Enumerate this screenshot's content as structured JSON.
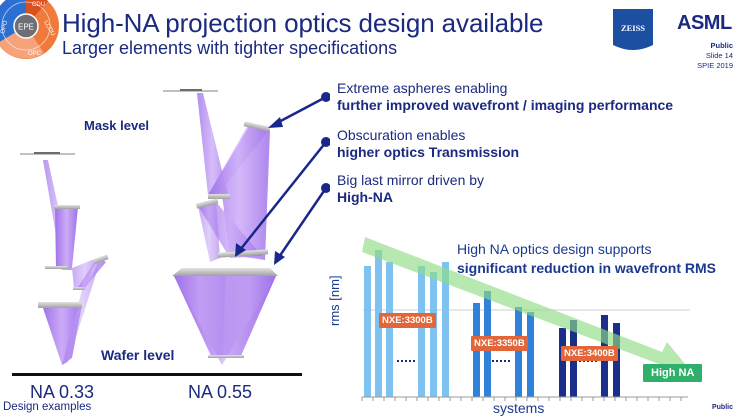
{
  "header": {
    "title": "High-NA projection optics design available",
    "subtitle": "Larger elements with tighter specifications",
    "logo_circle": {
      "center": "EPE",
      "segments": [
        "CDU",
        "LCDU",
        "OPC",
        "OPO"
      ],
      "colors": {
        "blue": "#2a6fd1",
        "orange": "#f07a3c",
        "dark_orange": "#d9501f",
        "light_orange": "#f6a27a",
        "center": "#6d6f75"
      }
    },
    "zeiss_logo_text": "ZEISS",
    "asml_logo_text": "ASML",
    "classification": "Public",
    "slide": "Slide 14",
    "conference": "SPIE 2019"
  },
  "diagram": {
    "mask_level": "Mask level",
    "wafer_level": "Wafer level",
    "na_left": "NA 0.33",
    "na_right": "NA 0.55",
    "caption": "Design examples",
    "beam_color": "#a97df0",
    "mirror_color": "#b5b5b5"
  },
  "callouts": [
    {
      "line1": "Extreme aspheres enabling",
      "line2": "further improved wavefront / imaging performance"
    },
    {
      "line1": "Obscuration enables",
      "line2": "higher optics Transmission"
    },
    {
      "line1": "Big last mirror driven by",
      "line2": "High-NA"
    }
  ],
  "chart_data": {
    "type": "bar",
    "title": "High NA optics design supports",
    "title_bold": "significant reduction in wavefront RMS",
    "xlabel": "systems",
    "ylabel": "rms [nm]",
    "grid": "single horizontal reference line",
    "ylim": [
      0,
      1
    ],
    "series": [
      {
        "name": "NXE:3300B",
        "color": "#7ec3ef",
        "values": [
          0.86,
          0.95,
          0.88,
          0.86,
          0.83,
          0.88
        ],
        "gap_marker": "......"
      },
      {
        "name": "NXE:3350B",
        "color": "#2f82d8",
        "values": [
          0.61,
          0.68,
          0.59,
          0.55
        ],
        "gap_marker": "......"
      },
      {
        "name": "NXE:3400B",
        "color": "#1b2f8a",
        "values": [
          0.45,
          0.5,
          0.53,
          0.47
        ],
        "gap_marker": "......"
      },
      {
        "name": "High NA",
        "color": "#2fb06a",
        "values": []
      }
    ],
    "trend_arrow": "decreasing (green arrow from NXE:3300B to High NA)",
    "labels": [
      "NXE:3300B",
      "NXE:3350B",
      "NXE:3400B",
      "High NA"
    ]
  },
  "footer": {
    "classification": "Public"
  }
}
